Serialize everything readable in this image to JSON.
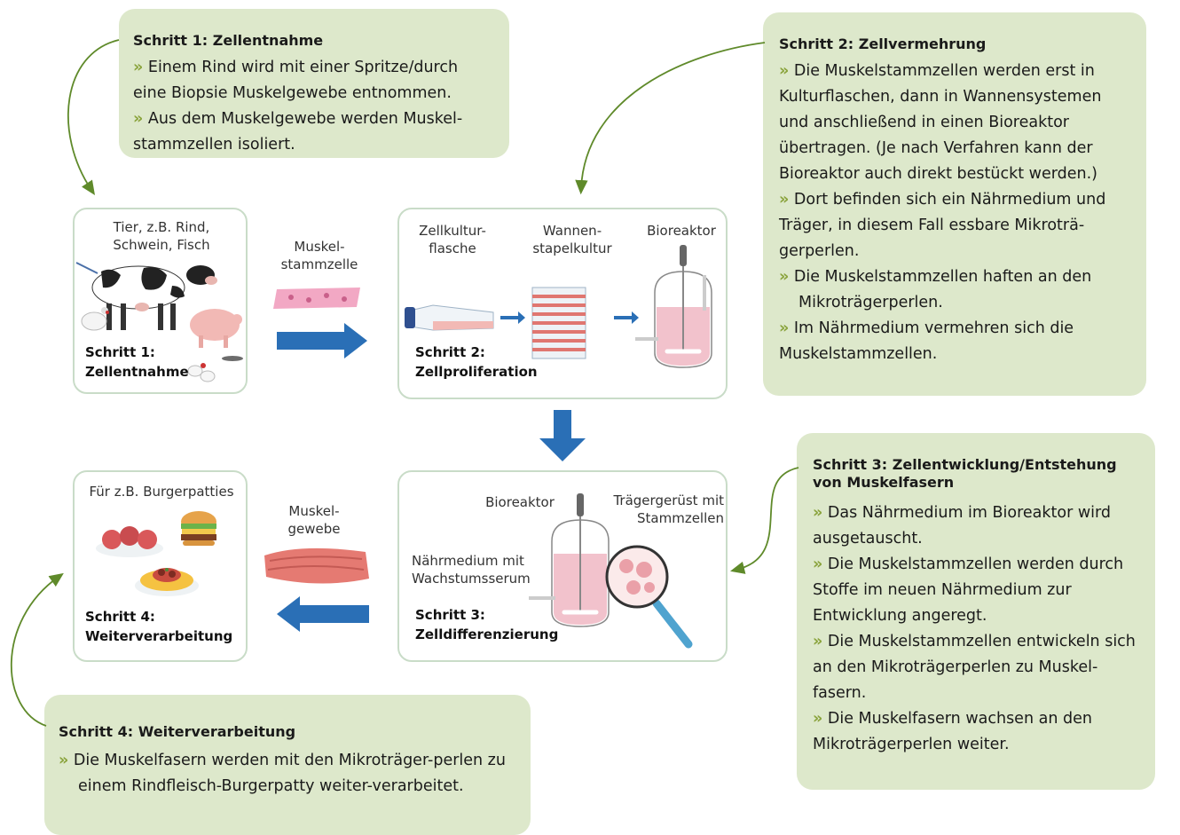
{
  "notes": {
    "step1": {
      "title": "Schritt 1: Zellentnahme",
      "lines": [
        "Einem Rind wird mit einer Spritze/durch eine Biopsie Muskelgewebe entnommen.",
        "Aus dem Muskelgewebe werden Muskel-stammzellen isoliert."
      ]
    },
    "step2": {
      "title": "Schritt 2: Zellvermehrung",
      "lines": [
        "Die Muskelstammzellen werden erst in Kulturflaschen, dann in Wannensystemen und anschließend in einen Bioreaktor übertragen. (Je nach Verfahren kann der Bioreaktor auch direkt bestückt werden.)",
        "Dort befinden sich ein Nährmedium und Träger, in diesem Fall essbare Mikroträ-gerperlen.",
        "Die Muskelstammzellen haften an den Mikroträgerperlen.",
        "Im Nährmedium vermehren sich die Muskelstammzellen."
      ]
    },
    "step3": {
      "title": "Schritt 3: Zellentwicklung/Entstehung von Muskelfasern",
      "lines": [
        "Das Nährmedium im Bioreaktor wird ausgetauscht.",
        "Die Muskelstammzellen werden durch Stoffe im neuen Nährmedium zur Entwicklung angeregt.",
        "Die Muskelstammzellen entwickeln sich an den Mikroträgerperlen zu Muskel-fasern.",
        "Die Muskelfasern wachsen an den Mikroträgerperlen weiter."
      ]
    },
    "step4": {
      "title": "Schritt 4: Weiterverarbeitung",
      "lines": [
        "Die Muskelfasern werden mit den Mikroträger-perlen zu einem Rindfleisch-Burgerpatty weiter-verarbeitet."
      ]
    }
  },
  "bullet": "»",
  "panels": {
    "p1": {
      "label": "Tier, z.B. Rind, Schwein, Fisch",
      "step": "Schritt 1: Zellentnahme"
    },
    "cell": {
      "label": "Muskel-stammzelle"
    },
    "p2": {
      "flask": "Zellkultur-flasche",
      "tray": "Wannen-stapelkultur",
      "reactor": "Bioreaktor",
      "step": "Schritt 2: Zellproliferation"
    },
    "p3": {
      "reactor": "Bioreaktor",
      "scaffold": "Trägergerüst mit Stammzellen",
      "medium": "Nährmedium mit Wachstumsserum",
      "step": "Schritt 3: Zelldifferenzierung"
    },
    "tissue": {
      "label": "Muskel-gewebe"
    },
    "p4": {
      "label": "Für z.B. Burgerpatties",
      "step": "Schritt 4: Weiterverarbeitung"
    }
  },
  "colors": {
    "note_bg": "#dde8cb",
    "bullet": "#8aa33c",
    "arrow_blue": "#2a6fb6",
    "connector": "#5f8a2a",
    "panel_border": "#c9dcc8"
  }
}
